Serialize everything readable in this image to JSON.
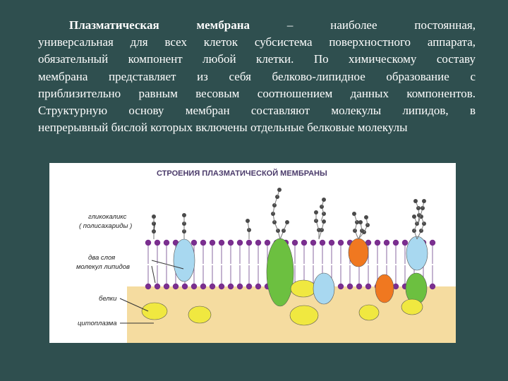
{
  "paragraph": {
    "bold_term": "Плазматическая мембрана",
    "line1_rest": " – наиболее постоянная,",
    "lines": [
      "универсальная для всех клеток субсистема поверхностного аппарата,",
      "обязательный компонент любой клетки. По химическому составу",
      "мембрана представляет из себя белково-липидное образование с",
      "приблизительно равным весовым соотношением данных компонентов.",
      "Структурную основу мембран составляют молекулы липидов, в",
      "непрерывный бислой которых включены отдельные белковые молекулы"
    ]
  },
  "figure": {
    "title": "СТРОЕНИЯ ПЛАЗМАТИЧЕСКОЙ МЕМБРАНЫ",
    "labels": {
      "glycocalyx_1": "гликокаликс",
      "glycocalyx_2": "( полисахариды )",
      "lipids_1": "два слоя",
      "lipids_2": "молекул липидов",
      "proteins": "белки",
      "cytoplasm": "цитоплазма"
    },
    "colors": {
      "cytoplasm": "#f5dca0",
      "lipid_head": "#7a2f8f",
      "protein_blue": "#a8d8f0",
      "protein_green": "#6cc040",
      "protein_orange": "#f07820",
      "protein_yellow": "#f0e840",
      "polysaccharide": "#4a4a4a"
    }
  }
}
